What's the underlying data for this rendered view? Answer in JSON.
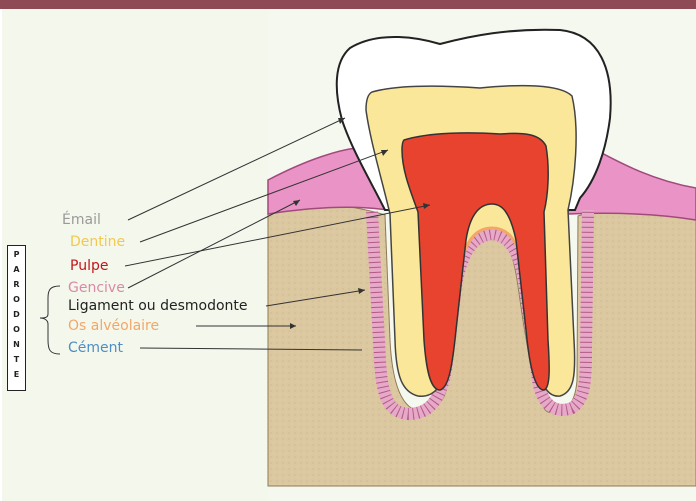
{
  "labels": {
    "email": "Émail",
    "dentine": "Dentine",
    "pulpe": "Pulpe",
    "gencive": "Gencive",
    "ligament": "Ligament ou desmodonte",
    "os": "Os alvéolaire",
    "cement": "Cément"
  },
  "parodonte": [
    "P",
    "A",
    "R",
    "O",
    "D",
    "O",
    "N",
    "T",
    "E"
  ],
  "colors": {
    "email": "#9a9a9a",
    "dentine": "#f2c94c",
    "pulpe": "#c0161c",
    "gencive": "#d98aa6",
    "ligament": "#222222",
    "os": "#f2a768",
    "cement": "#4f8ec4",
    "header_bar": "#8e4a55",
    "bone": "#ddcaa1",
    "gum": "#e993c6"
  }
}
